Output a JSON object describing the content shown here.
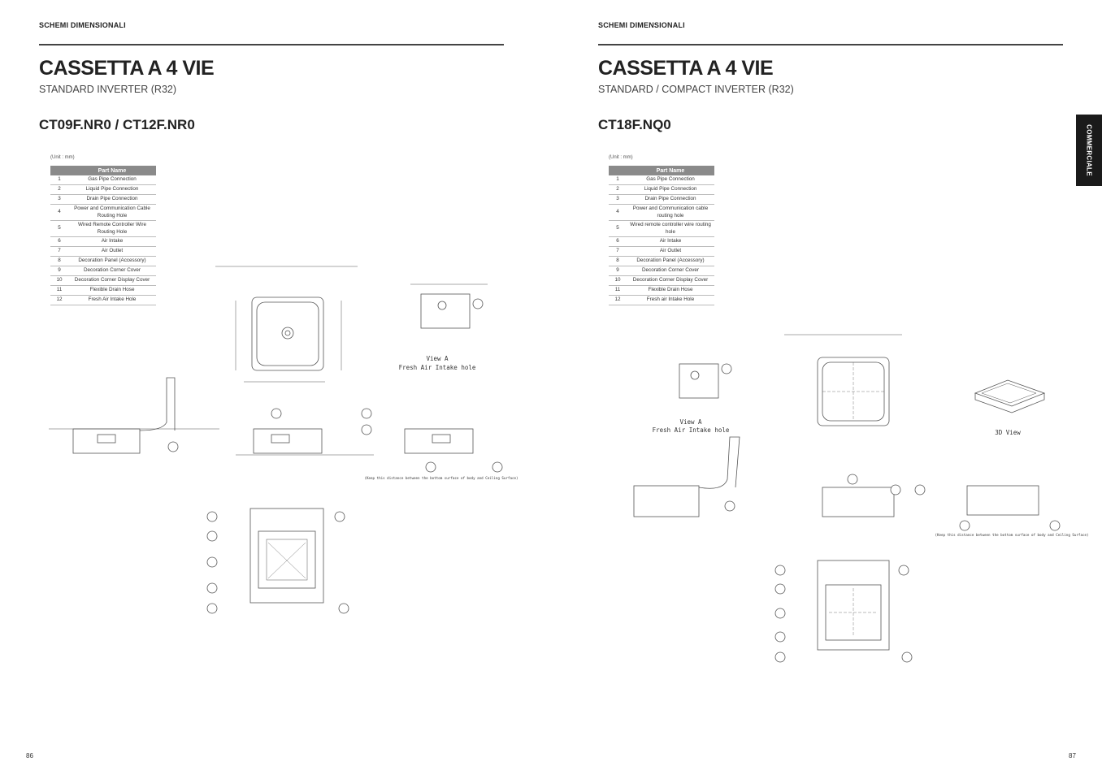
{
  "left": {
    "section": "SCHEMI DIMENSIONALI",
    "title": "CASSETTA A 4 VIE",
    "subtitle": "STANDARD INVERTER (R32)",
    "model": "CT09F.NR0 / CT12F.NR0",
    "unit": "(Unit : mm)",
    "table_header": "Part Name",
    "parts": [
      {
        "n": "1",
        "name": "Gas Pipe Connection"
      },
      {
        "n": "2",
        "name": "Liquid Pipe Connection"
      },
      {
        "n": "3",
        "name": "Drain Pipe Connection"
      },
      {
        "n": "4",
        "name": "Power and Communication Cable Routing Hole"
      },
      {
        "n": "5",
        "name": "Wired Remote Controller Wire Routing Hole"
      },
      {
        "n": "6",
        "name": "Air Intake"
      },
      {
        "n": "7",
        "name": "Air Outlet"
      },
      {
        "n": "8",
        "name": "Decoration Panel (Accessory)"
      },
      {
        "n": "9",
        "name": "Decoration Corner Cover"
      },
      {
        "n": "10",
        "name": "Decoration Corner Display Cover"
      },
      {
        "n": "11",
        "name": "Flexible Drain Hose"
      },
      {
        "n": "12",
        "name": "Fresh Air Intake Hole"
      }
    ],
    "view_a": "View A",
    "fresh_air": "Fresh Air Intake hole",
    "keep_note": "(Keep this distance between the bottom surface of body and Ceiling Surface)",
    "page_number": "86"
  },
  "right": {
    "section": "SCHEMI DIMENSIONALI",
    "title": "CASSETTA A 4 VIE",
    "subtitle": "STANDARD / COMPACT INVERTER (R32)",
    "model": "CT18F.NQ0",
    "unit": "(Unit : mm)",
    "table_header": "Part Name",
    "parts": [
      {
        "n": "1",
        "name": "Gas Pipe Connection"
      },
      {
        "n": "2",
        "name": "Liquid Pipe Connection"
      },
      {
        "n": "3",
        "name": "Drain Pipe Connection"
      },
      {
        "n": "4",
        "name": "Power and Communication cable routing hole"
      },
      {
        "n": "5",
        "name": "Wired remote controller wire routing hole"
      },
      {
        "n": "6",
        "name": "Air Intake"
      },
      {
        "n": "7",
        "name": "Air Outlet"
      },
      {
        "n": "8",
        "name": "Decoration Panel (Accessory)"
      },
      {
        "n": "9",
        "name": "Decoration Corner Cover"
      },
      {
        "n": "10",
        "name": "Decoration Corner Display Cover"
      },
      {
        "n": "11",
        "name": "Flexible Drain Hose"
      },
      {
        "n": "12",
        "name": "Fresh air Intake Hole"
      }
    ],
    "view_a": "View A",
    "fresh_air": "Fresh Air Intake hole",
    "view_3d": "3D View",
    "keep_note": "(Keep this distance between the bottom surface of body and Ceiling Surface)",
    "page_number": "87"
  },
  "side_tab": "COMMERCIALE"
}
